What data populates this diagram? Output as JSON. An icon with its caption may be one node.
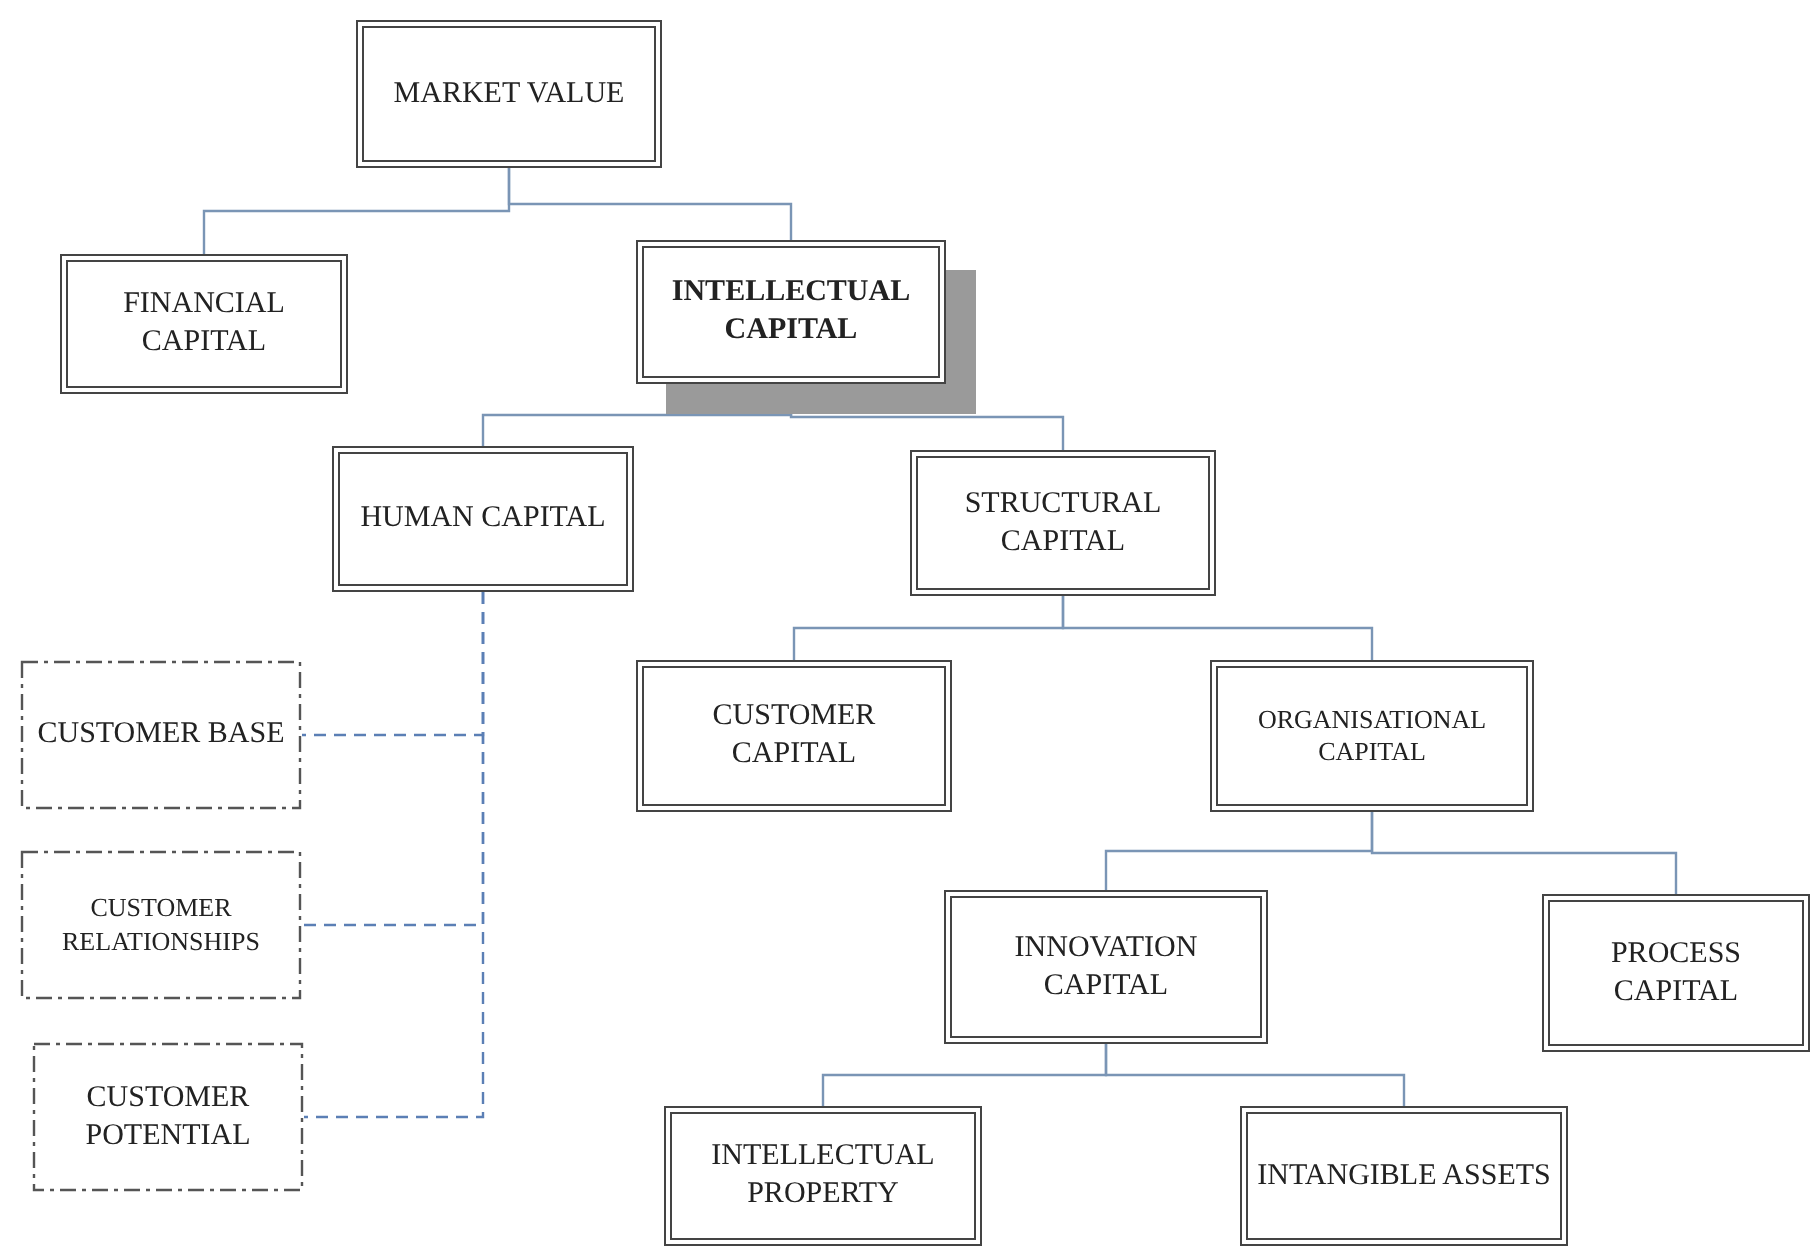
{
  "diagram": {
    "nodes": [
      {
        "text": [
          "MARKET VALUE"
        ]
      },
      {
        "text": [
          "FINANCIAL CAPITAL"
        ]
      },
      {
        "text": [
          "INTELLECTUAL CAPITAL"
        ]
      },
      {
        "text": [
          "HUMAN CAPITAL"
        ]
      },
      {
        "text": [
          "STRUCTURAL CAPITAL"
        ]
      },
      {
        "text": [
          "CUSTOMER BASE"
        ]
      },
      {
        "text": [
          "CUSTOMER RELATIONSHIPS"
        ]
      },
      {
        "text": [
          "CUSTOMER POTENTIAL"
        ]
      },
      {
        "text": [
          "CUSTOMER CAPITAL"
        ]
      },
      {
        "text": [
          "ORGANISATIONAL CAPITAL"
        ]
      },
      {
        "text": [
          "INNOVATION CAPITAL"
        ]
      },
      {
        "text": [
          "PROCESS CAPITAL"
        ]
      },
      {
        "text": [
          "INTELLECTUAL PROPERTY"
        ]
      },
      {
        "text": [
          "INTANGIBLE ASSETS"
        ]
      }
    ],
    "edges": [
      {
        "from": 0,
        "to": 1,
        "arrow": "none"
      },
      {
        "from": 0,
        "to": 2,
        "arrow": "none"
      },
      {
        "from": 2,
        "to": 3,
        "arrow": "none"
      },
      {
        "from": 2,
        "to": 4,
        "arrow": "none"
      },
      {
        "from": 3,
        "to": 5,
        "arrow": "none",
        "style": "dashed"
      },
      {
        "from": 3,
        "to": 6,
        "arrow": "none",
        "style": "dashed"
      },
      {
        "from": 3,
        "to": 7,
        "arrow": "none",
        "style": "dashed"
      },
      {
        "from": 4,
        "to": 8,
        "arrow": "none"
      },
      {
        "from": 4,
        "to": 9,
        "arrow": "none"
      },
      {
        "from": 9,
        "to": 10,
        "arrow": "none"
      },
      {
        "from": 9,
        "to": 11,
        "arrow": "none"
      },
      {
        "from": 10,
        "to": 12,
        "arrow": "none"
      },
      {
        "from": 10,
        "to": 13,
        "arrow": "none"
      }
    ]
  }
}
